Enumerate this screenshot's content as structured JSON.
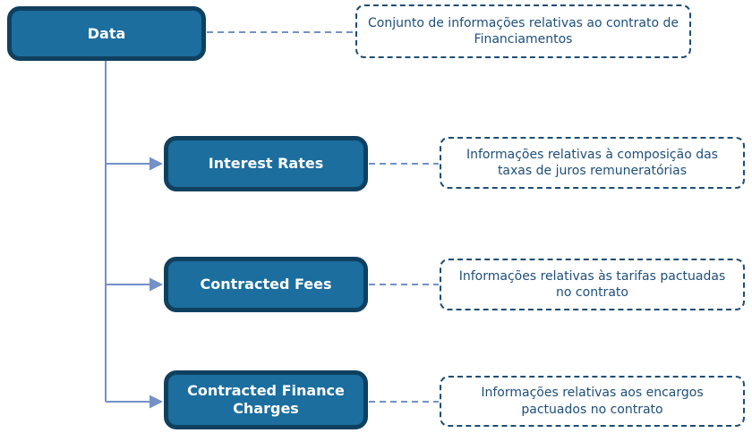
{
  "colors": {
    "node_fill": "#1b6e9e",
    "node_border": "#10405f",
    "node_text": "#ffffff",
    "connector": "#7390c7",
    "note_border": "#1d4d73",
    "note_text": "#1e4e79",
    "background": "#ffffff"
  },
  "root": {
    "label": "Data",
    "note": "Conjunto de informações relativas ao contrato de Financiamentos"
  },
  "children": [
    {
      "label": "Interest Rates",
      "note": "Informações relativas à composição das taxas de juros remuneratórias"
    },
    {
      "label": "Contracted Fees",
      "note": "Informações relativas às tarifas pactuadas no contrato"
    },
    {
      "label": "Contracted Finance Charges",
      "note": "Informações relativas aos encargos pactuados no contrato"
    }
  ]
}
